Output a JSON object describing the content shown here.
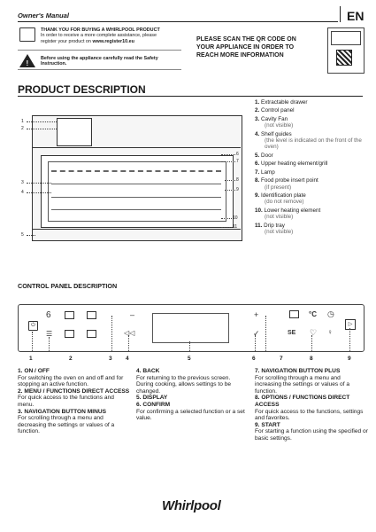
{
  "header": {
    "manual_title": "Owner's Manual",
    "language": "EN"
  },
  "notices": {
    "thanks_title": "THANK YOU FOR BUYING A WHIRLPOOL PRODUCT",
    "register_line1": "In order to receive a more complete assistance, please",
    "register_line2_prefix": "register your product on ",
    "register_site": "www.register10.eu",
    "safety_line1": "Before using the appliance carefully read the Safety",
    "safety_line2": "Instruction.",
    "qr_line1": "PLEASE SCAN THE QR CODE ON",
    "qr_line2": "YOUR APPLIANCE IN ORDER TO",
    "qr_line3": "REACH MORE INFORMATION"
  },
  "product_description": {
    "title": "PRODUCT DESCRIPTION",
    "callouts_left": [
      "1",
      "2",
      "3",
      "4",
      "5"
    ],
    "callouts_right": [
      "6",
      "7",
      "8",
      "9",
      "10",
      "11"
    ],
    "parts": [
      {
        "num": "1.",
        "name": "Extractable drawer",
        "note": ""
      },
      {
        "num": "2.",
        "name": "Control panel",
        "note": ""
      },
      {
        "num": "3.",
        "name": "Cavity Fan",
        "note": "(not visible)"
      },
      {
        "num": "4.",
        "name": "Shelf guides",
        "note": "(the level is indicated on the front of the oven)"
      },
      {
        "num": "5.",
        "name": "Door",
        "note": ""
      },
      {
        "num": "6.",
        "name": "Upper heating element/grill",
        "note": ""
      },
      {
        "num": "7.",
        "name": "Lamp",
        "note": ""
      },
      {
        "num": "8.",
        "name": "Food probe insert point",
        "note": "(if present)"
      },
      {
        "num": "9.",
        "name": "Identification plate",
        "note": "(do not remove)"
      },
      {
        "num": "10.",
        "name": "Lower heating element",
        "note": "(not visible)"
      },
      {
        "num": "11.",
        "name": "Drip tray",
        "note": "(not visible)"
      }
    ]
  },
  "control_panel": {
    "title": "CONTROL PANEL DESCRIPTION",
    "panel_symbols": {
      "minus": "–",
      "plus": "+",
      "celsius": "°C",
      "se": "SE"
    },
    "numbers": [
      "1",
      "2",
      "3",
      "4",
      "5",
      "6",
      "7",
      "8",
      "9"
    ],
    "descriptions": [
      {
        "title": "1. ON / OFF",
        "text": "For switching the oven on and off and for stopping an active function."
      },
      {
        "title": "2. MENU / FUNCTIONS DIRECT ACCESS",
        "text": "For quick access to the functions and menu."
      },
      {
        "title": "3. NAVIGATION BUTTON MINUS",
        "text": "For scrolling through a menu and decreasing the settings or values of a function."
      },
      {
        "title": "4. BACK",
        "text": "For returning to the previous screen.\nDuring cooking, allows settings to be changed."
      },
      {
        "title": "5. DISPLAY",
        "text": ""
      },
      {
        "title": "6. CONFIRM",
        "text": "For confirming a selected function or a set value."
      },
      {
        "title": "7. NAVIGATION BUTTON PLUS",
        "text": "For scrolling through a menu and increasing the settings or values of a function."
      },
      {
        "title": "8. OPTIONS / FUNCTIONS DIRECT ACCESS",
        "text": "For quick access to the functions, settings and favorites."
      },
      {
        "title": "9. START",
        "text": "For starting a function using the specified or basic settings."
      }
    ]
  },
  "footer": {
    "brand": "Whirlpool"
  },
  "icons": [
    "book-icon",
    "warning-icon",
    "power-icon",
    "menu-icon",
    "back-icon",
    "confirm-icon",
    "start-icon",
    "heart-icon",
    "clock-icon"
  ]
}
